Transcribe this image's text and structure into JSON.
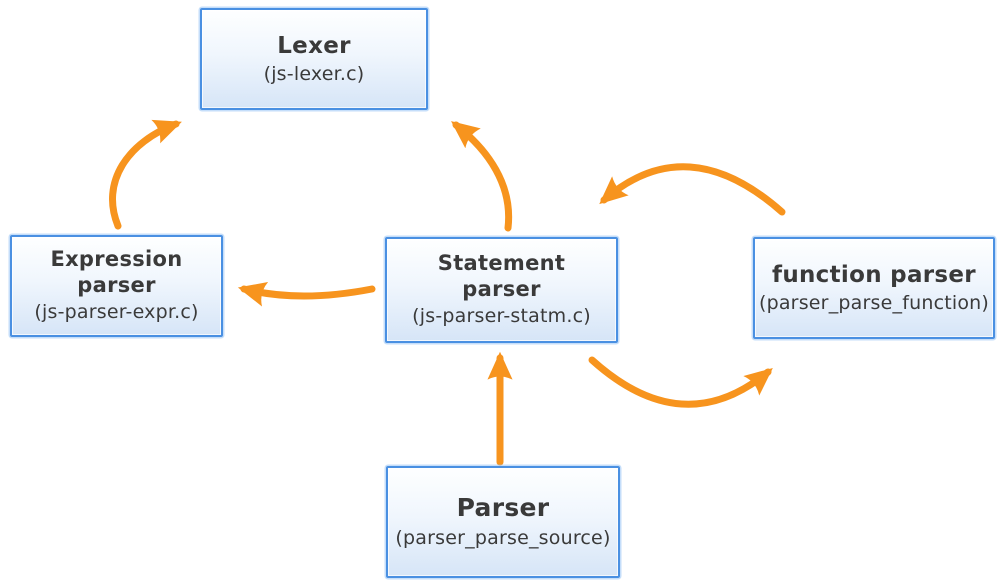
{
  "diagram": {
    "description": "Parser architecture diagram",
    "colors": {
      "arrow": "#F7941E",
      "node_border": "#4A90E2",
      "node_fill_top": "#FEFFFF",
      "node_fill_bottom": "#D6E5F7",
      "text": "#3A3A3A",
      "background": "#FFFFFF"
    },
    "nodes": [
      {
        "id": "lexer",
        "title": "Lexer",
        "subtitle": "(js-lexer.c)"
      },
      {
        "id": "expression-parser",
        "title": "Expression parser",
        "subtitle": "(js-parser-expr.c)"
      },
      {
        "id": "statement-parser",
        "title": "Statement parser",
        "subtitle": "(js-parser-statm.c)"
      },
      {
        "id": "function-parser",
        "title": "function parser",
        "subtitle": "(parser_parse_function)"
      },
      {
        "id": "parser",
        "title": "Parser",
        "subtitle": "(parser_parse_source)"
      }
    ],
    "edges": [
      {
        "from": "expression-parser",
        "to": "lexer"
      },
      {
        "from": "statement-parser",
        "to": "lexer"
      },
      {
        "from": "statement-parser",
        "to": "expression-parser"
      },
      {
        "from": "function-parser",
        "to": "statement-parser"
      },
      {
        "from": "statement-parser",
        "to": "function-parser"
      },
      {
        "from": "parser",
        "to": "statement-parser"
      }
    ]
  }
}
